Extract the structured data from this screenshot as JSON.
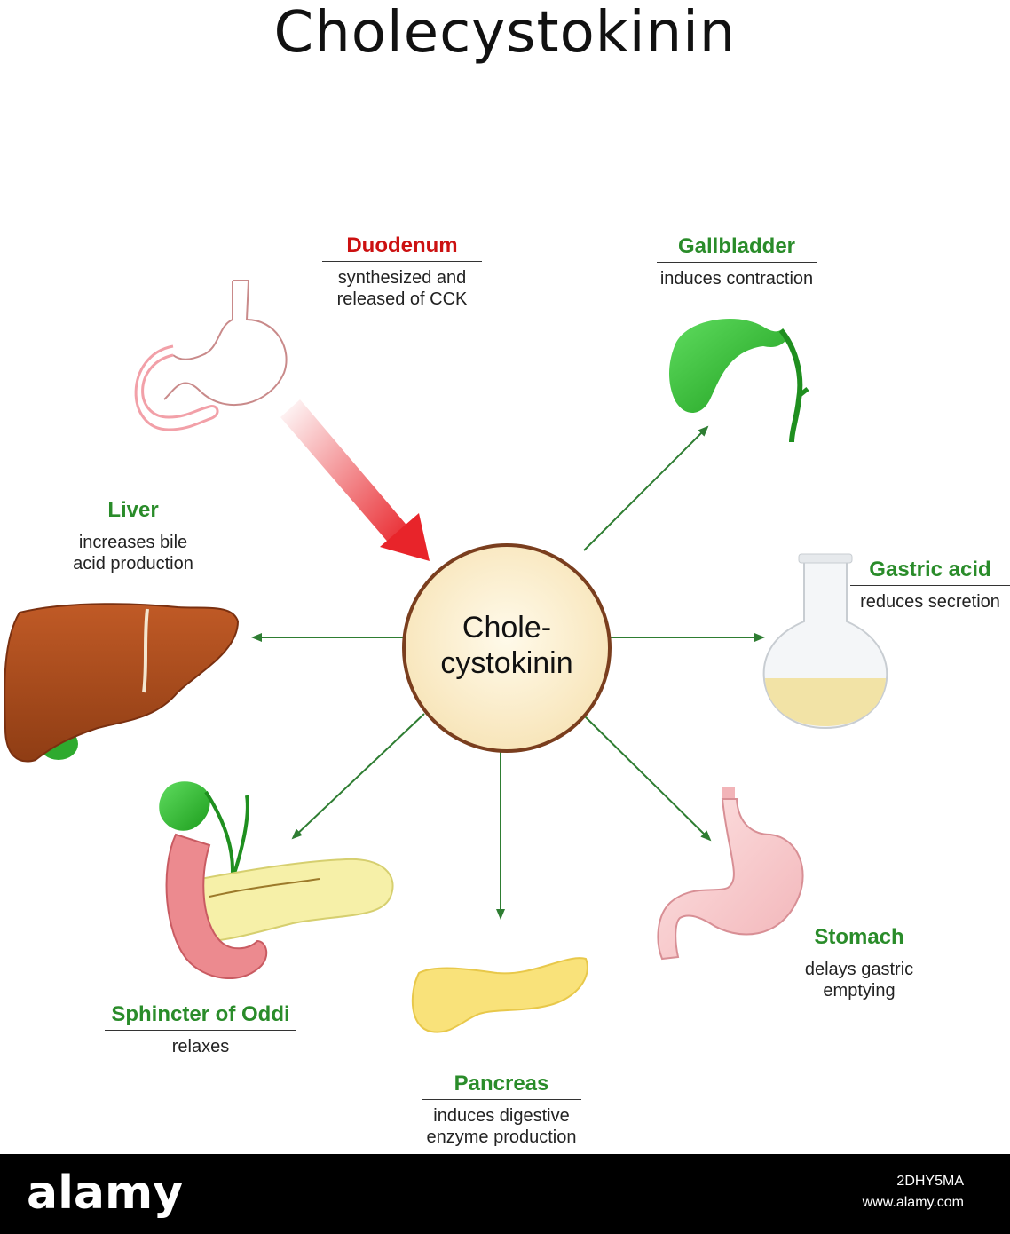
{
  "title": "Cholecystokinin",
  "center": {
    "line1": "Chole-",
    "line2": "cystokinin"
  },
  "targets": {
    "duodenum": {
      "name": "Duodenum",
      "desc": "synthesized and\nreleased of CCK"
    },
    "gallbladder": {
      "name": "Gallbladder",
      "desc": "induces contraction"
    },
    "liver": {
      "name": "Liver",
      "desc": "increases bile\nacid production"
    },
    "gastric_acid": {
      "name": "Gastric acid",
      "desc": "reduces secretion"
    },
    "stomach": {
      "name": "Stomach",
      "desc": "delays gastric\nemptying"
    },
    "sphincter": {
      "name": "Sphincter of Oddi",
      "desc": "relaxes"
    },
    "pancreas": {
      "name": "Pancreas",
      "desc": "induces digestive\nenzyme production"
    }
  },
  "watermark": {
    "brand": "alamy",
    "image_id": "2DHY5MA",
    "url": "www.alamy.com"
  },
  "colors": {
    "effect_label": "#2a8c2a",
    "source_label": "#cc1111",
    "arrow": "#2e7d32",
    "center_fill": "#fdf3d6",
    "center_border": "#7a3e1e"
  }
}
